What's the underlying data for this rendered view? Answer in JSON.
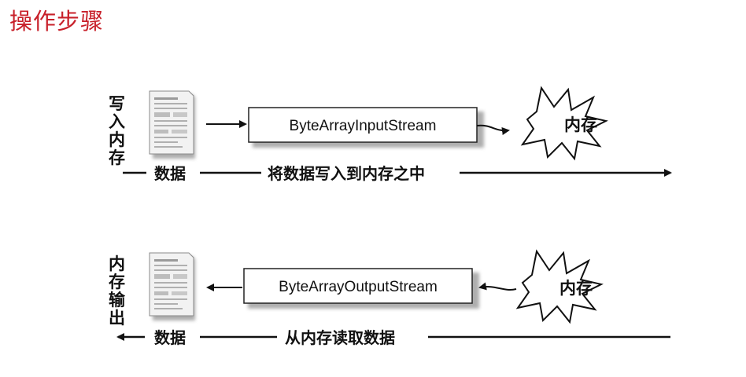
{
  "title": "操作步骤",
  "flows": [
    {
      "side_label": [
        "写",
        "入",
        "内",
        "存"
      ],
      "box_label": "ByteArrayInputStream",
      "memory_label": "内存",
      "data_label": "数据",
      "caption": "将数据写入到内存之中"
    },
    {
      "side_label": [
        "内",
        "存",
        "输",
        "出"
      ],
      "box_label": "ByteArrayOutputStream",
      "memory_label": "内存",
      "data_label": "数据",
      "caption": "从内存读取数据"
    }
  ],
  "colors": {
    "title": "#c8202a",
    "line": "#111111",
    "box_shadow": "#9a9a9a",
    "doc_fill": "#eeeeee"
  },
  "icons": [
    "document-icon",
    "burst-icon",
    "arrow-icon"
  ]
}
